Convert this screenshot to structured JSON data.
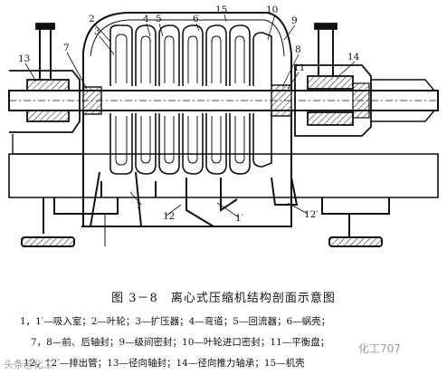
{
  "figure": {
    "caption": "图 3－8　离心式压缩机结构剖面示意图",
    "legend_lines": [
      "1，1′—吸入室；2—叶轮；3—扩压器；4—弯道；5—回流器；6—蜗壳；",
      "7，8—前、后轴封；9—级间密封；10—叶轮进口密封；11—平衡盘；",
      "12，12′—排出管；13—径向轴封；14—径向推力轴承；15—机壳"
    ]
  },
  "part_labels": {
    "p1": "1",
    "p1b": "1′",
    "p2": "2",
    "p3": "3",
    "p4": "4",
    "p5": "5",
    "p6": "6",
    "p7": "7",
    "p8": "8",
    "p9": "9",
    "p10": "10",
    "p11": "11",
    "p12": "12",
    "p12b": "12′",
    "p13": "13",
    "p14": "14",
    "p15": "15"
  },
  "watermarks": {
    "left": "头条@化工",
    "right": "化工707"
  },
  "colors": {
    "ink": "#111111",
    "hatch": "#333333",
    "paper": "#ffffff"
  }
}
